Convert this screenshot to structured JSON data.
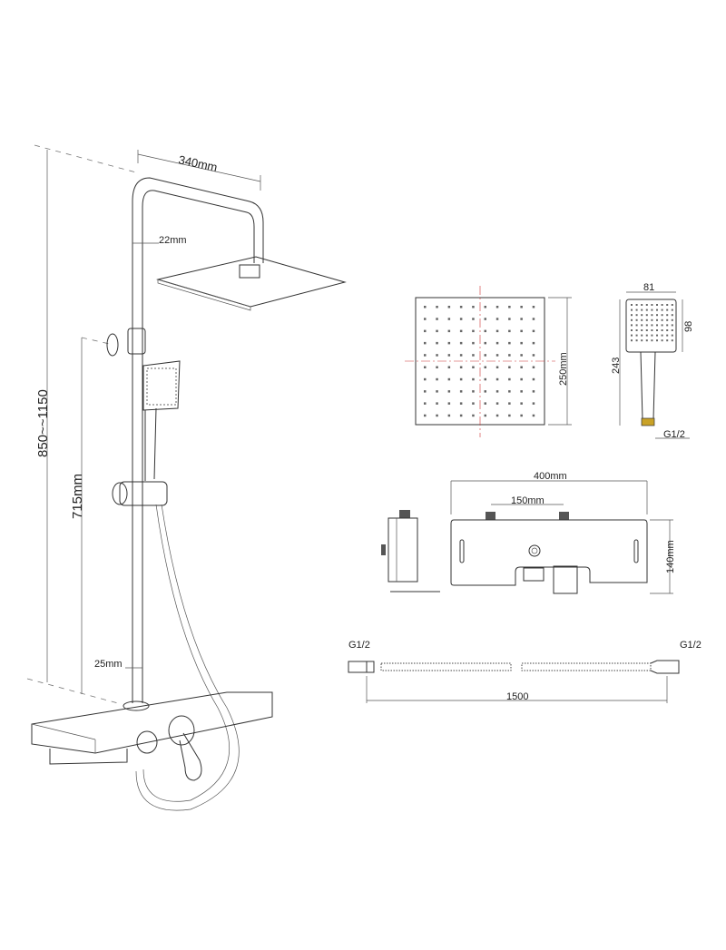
{
  "dimensions": {
    "arm_length": "340mm",
    "rail_diameter": "22mm",
    "rail_bottom_diameter": "25mm",
    "total_height": "850~~1150",
    "rail_height": "715mm",
    "head_size": "250mm",
    "hand_width": "81",
    "hand_head_height": "98",
    "hand_length": "243",
    "hand_thread": "G1/2",
    "valve_width": "400mm",
    "valve_inlet_spacing": "150mm",
    "valve_height": "140mm",
    "hose_left_thread": "G1/2",
    "hose_right_thread": "G1/2",
    "hose_length": "1500"
  },
  "colors": {
    "line": "#333333",
    "centerline": "#cc3333",
    "fitting": "#c9a227"
  }
}
